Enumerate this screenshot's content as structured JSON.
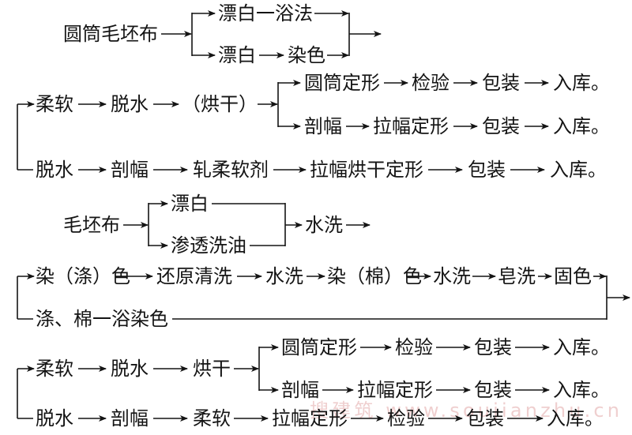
{
  "section1": {
    "source": "圆筒毛坯布",
    "branch1": "漂白一浴法",
    "branch2": [
      "漂白",
      "染色"
    ]
  },
  "section2": {
    "main": [
      "柔软",
      "脱水",
      "（烘干）"
    ],
    "branch1": [
      "圆筒定形",
      "检验",
      "包装",
      "入库。"
    ],
    "branch2": [
      "剖幅",
      "拉幅定形",
      "包装",
      "入库。"
    ],
    "alt": [
      "脱水",
      "剖幅",
      "轧柔软剂",
      "拉幅烘干定形",
      "包装",
      "入库。"
    ]
  },
  "section3": {
    "source": "毛坯布",
    "branch1": "漂白",
    "branch2": "渗透洗油",
    "merge": "水洗"
  },
  "section4": {
    "route1": [
      "染（涤）色",
      "还原清洗",
      "水洗",
      "染（棉）色",
      "水洗",
      "皂洗",
      "固色"
    ],
    "route2": "涤、棉一浴染色"
  },
  "section5": {
    "main": [
      "柔软",
      "脱水",
      "烘干"
    ],
    "branch1": [
      "圆筒定形",
      "检验",
      "包装",
      "入库。"
    ],
    "branch2": [
      "剖幅",
      "拉幅定形",
      "包装",
      "入库。"
    ],
    "alt": [
      "脱水",
      "剖幅",
      "柔软",
      "拉幅定形",
      "检验",
      "包装",
      "入库。"
    ]
  },
  "watermark": "搜建筑 www.soujianzhu.cn"
}
